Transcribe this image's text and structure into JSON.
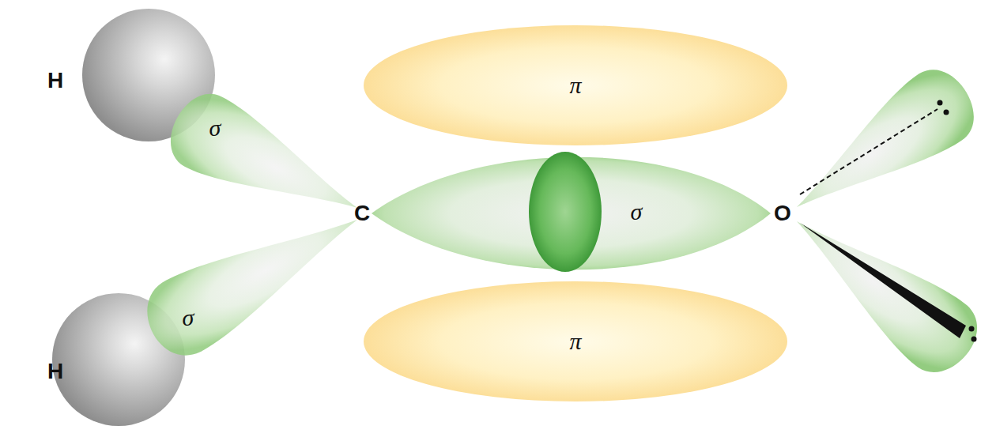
{
  "diagram": {
    "nodes": [
      {
        "text": [
          "π"
        ]
      },
      {
        "text": [
          "π"
        ]
      }
    ],
    "labels": [
      "H",
      "σ",
      "C",
      "σ",
      "O",
      "H",
      "σ"
    ]
  }
}
